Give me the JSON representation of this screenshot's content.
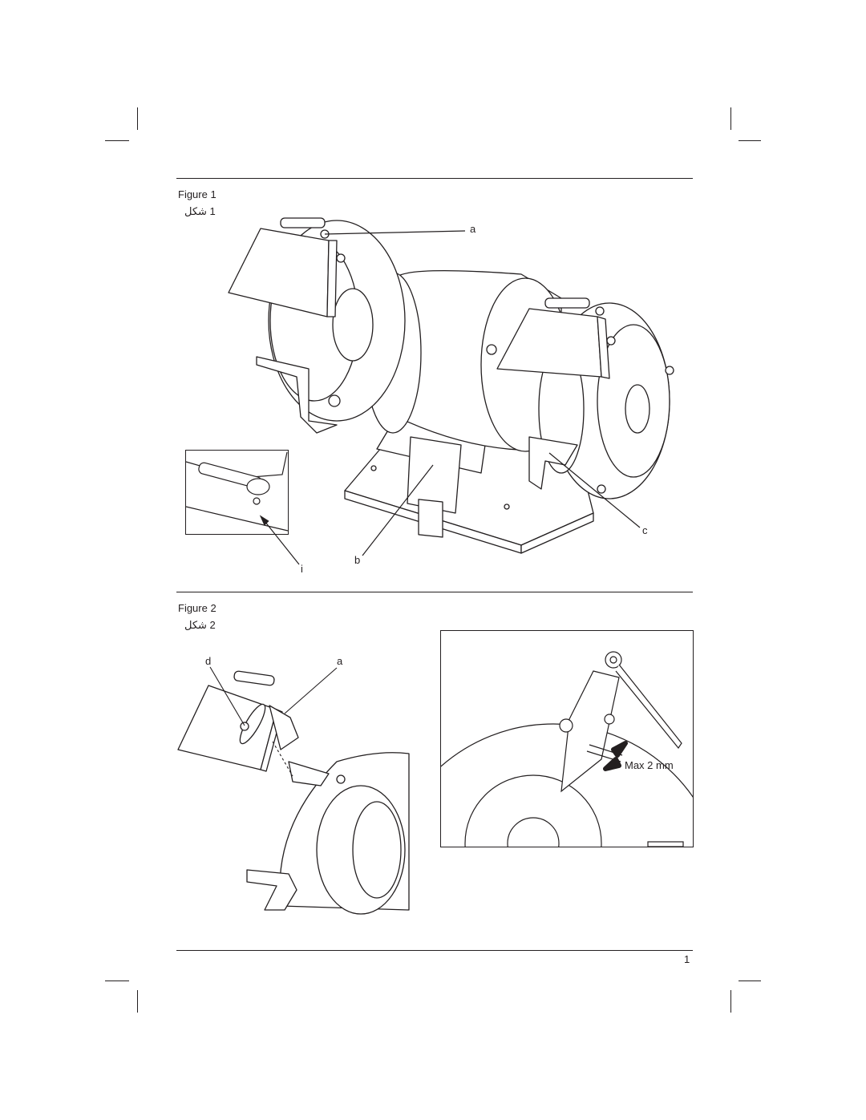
{
  "figure1": {
    "caption_en": "Figure 1",
    "caption_ar": "1 شكل",
    "labels": {
      "a": "a",
      "b": "b",
      "c": "c",
      "i": "i"
    }
  },
  "figure2": {
    "caption_en": "Figure 2",
    "caption_ar": "2 شكل",
    "labels": {
      "d": "d",
      "a": "a"
    },
    "dimension": "Max 2 mm"
  },
  "page_number": "1"
}
